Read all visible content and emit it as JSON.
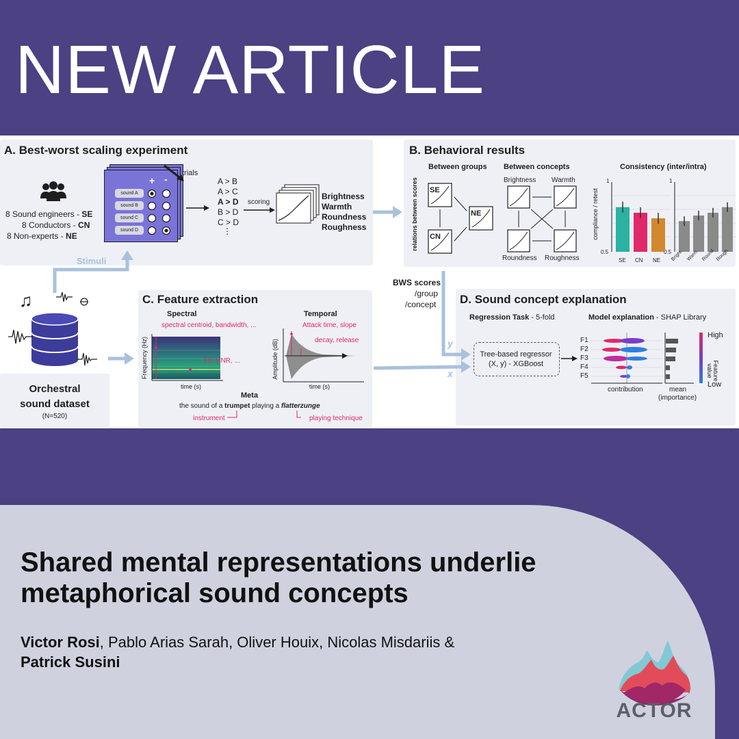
{
  "headline": "NEW ARTICLE",
  "colors": {
    "background": "#4b4183",
    "bottom_panel": "#cfd2de",
    "text": "#111111",
    "accent_pink": "#e0286b",
    "accent_teal": "#2ab2a3",
    "accent_orange": "#d2882f",
    "arrow_blue": "#a9c1dc"
  },
  "figure": {
    "panel_a": {
      "title": "A. Best-worst scaling experiment",
      "participants": [
        {
          "text": "8 Sound engineers - ",
          "code": "SE"
        },
        {
          "text": "8 Conductors - ",
          "code": "CN"
        },
        {
          "text": "8 Non-experts - ",
          "code": "NE"
        }
      ],
      "trials_label": "trials",
      "plus": "+",
      "minus": "-",
      "sounds": [
        "sound A",
        "sound B",
        "sound C",
        "sound D"
      ],
      "comparisons": [
        "A > B",
        "A > C",
        "A > D",
        "B > D",
        "C > D",
        "⋮"
      ],
      "scoring_label": "scoring",
      "concepts": [
        "Brightness",
        "Warmth",
        "Roundness",
        "Roughness"
      ],
      "stimuli_label": "Stimuli"
    },
    "panel_b": {
      "title": "B. Behavioral results",
      "between_groups": "Between groups",
      "between_concepts": "Between concepts",
      "consistency": "Consistency (inter/intra)",
      "yaxis_relations": "relations between scores",
      "groups": [
        "SE",
        "CN",
        "NE"
      ],
      "concept_labels": [
        "Brightness",
        "Warmth",
        "Roundness",
        "Roughness"
      ],
      "consistency_ylabel": "compliance / retest",
      "tick_top": "1",
      "tick_bottom": "0.5",
      "tick_top_2": "1",
      "tick_bottom_2": "0.5",
      "bar_labels_left": [
        "SE",
        "CN",
        "NE"
      ],
      "bar_labels_right": [
        "Bright.",
        "Warm.",
        "Round.",
        "Rough."
      ],
      "bar_values_left": [
        0.82,
        0.78,
        0.74
      ],
      "bar_values_right": [
        0.72,
        0.76,
        0.78,
        0.82
      ]
    },
    "bws": {
      "line1": "BWS scores",
      "line2": "/group",
      "line3": "/concept",
      "y": "y",
      "x": "x"
    },
    "panel_c": {
      "title": "C. Feature extraction",
      "spectral": "Spectral",
      "temporal": "Temporal",
      "spec_note1": "spectral centroid, bandwidth, ...",
      "spec_note2": "F0, HNR, ...",
      "spec_ylabel": "Frequency (Hz)",
      "spec_xlabel": "time (s)",
      "temp_note1": "Attack time, slope",
      "temp_note2": "decay, release",
      "temp_ylabel": "Amplitude (dB)",
      "temp_xlabel": "time (s)",
      "meta_title": "Meta",
      "meta_pre": "the sound of a ",
      "meta_instr": "trumpet",
      "meta_mid": " playing a ",
      "meta_tech": "flatterzunge",
      "meta_label1": "instrument",
      "meta_label2": "playing technique"
    },
    "panel_d": {
      "title": "D. Sound concept explanation",
      "regression_bold": "Regression Task",
      "regression_rest": " - 5-fold",
      "model_bold": "Model explanation",
      "model_rest": " - SHAP Library",
      "regressor_line1": "Tree-based regressor",
      "regressor_line2": "(X, y) - XGBoost",
      "features": [
        "F1",
        "F2",
        "F3",
        "F4",
        "F5"
      ],
      "importance_values": [
        0.9,
        0.75,
        0.7,
        0.3,
        0.3
      ],
      "contribution_label": "contribution",
      "mean_label": "mean",
      "importance_label": "(importance)",
      "high": "High",
      "low": "Low",
      "feature_value_1": "Feature",
      "feature_value_2": "value"
    },
    "dataset": {
      "title_line1": "Orchestral",
      "title_line2": "sound dataset",
      "count": "(N=520)"
    }
  },
  "article": {
    "title": "Shared mental representations underlie metaphorical sound concepts",
    "author_bold_1": "Victor Rosi",
    "author_middle": ", Pablo Arias Sarah, Oliver Houix, Nicolas Misdariis & ",
    "author_bold_2": "Patrick Susini"
  },
  "logo": {
    "text": "ACTOR"
  }
}
